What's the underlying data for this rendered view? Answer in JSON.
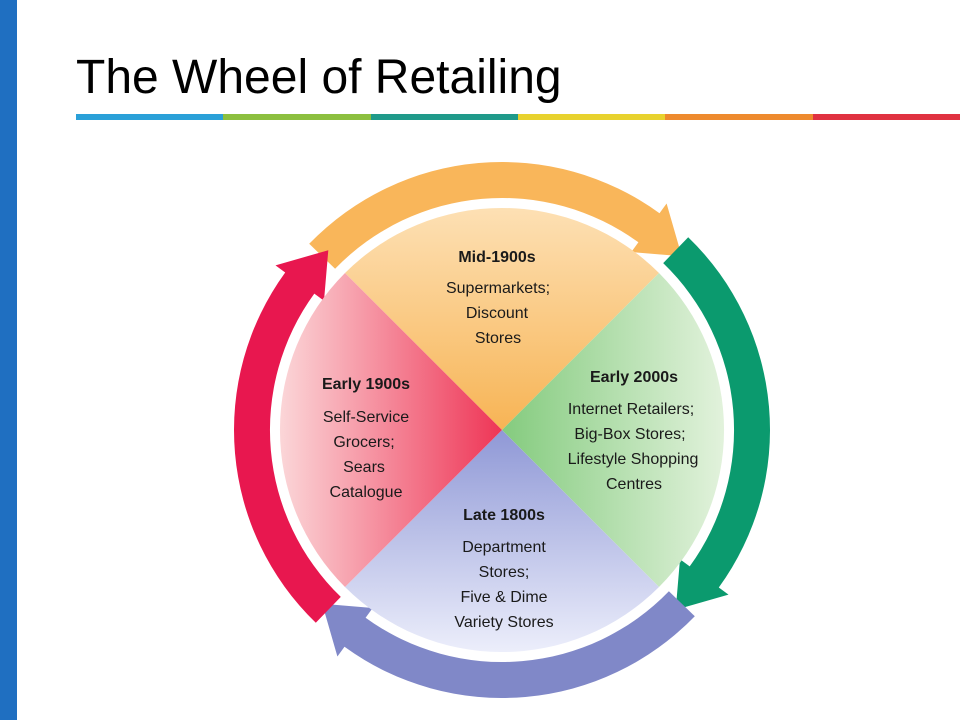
{
  "slide": {
    "title": "The Wheel of Retailing",
    "rule_colors": [
      "#2aa0d8",
      "#8cbf3f",
      "#1f9a8a",
      "#e8d22e",
      "#ee8a2e",
      "#e03241"
    ]
  },
  "wheel": {
    "segments": [
      {
        "id": "top",
        "era": "Mid-1900s",
        "lines": [
          "Supermarkets;",
          "Discount",
          "Stores"
        ],
        "color": "#f7b455"
      },
      {
        "id": "right",
        "era": "Early 2000s",
        "lines": [
          "Internet Retailers;",
          "Big-Box Stores;",
          "Lifestyle Shopping",
          "Centres"
        ],
        "color": "#8ed08a"
      },
      {
        "id": "bottom",
        "era": "Late 1800s",
        "lines": [
          "Department",
          "Stores;",
          "Five & Dime",
          "Variety Stores"
        ],
        "color": "#8f98d6"
      },
      {
        "id": "left",
        "era": "Early 1900s",
        "lines": [
          "Self-Service",
          "Grocers;",
          "Sears",
          "Catalogue"
        ],
        "color": "#ef3f5d"
      }
    ],
    "arrow_colors": {
      "top": "#f9b65a",
      "right": "#0b9a6e",
      "bottom": "#8088c8",
      "left": "#e8174f"
    }
  }
}
